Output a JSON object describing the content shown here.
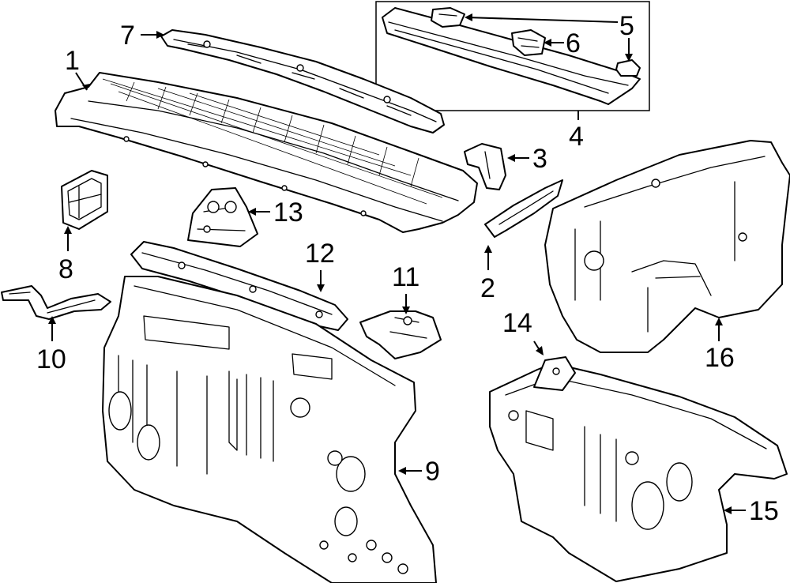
{
  "diagram": {
    "type": "exploded-parts-diagram",
    "callouts": [
      "1",
      "2",
      "3",
      "4",
      "5",
      "6",
      "7",
      "8",
      "9",
      "10",
      "11",
      "12",
      "13",
      "14",
      "15",
      "16"
    ],
    "parts": [
      {
        "ref": "1",
        "icon": "cowl-grille-panel"
      },
      {
        "ref": "2",
        "icon": "side-bracket"
      },
      {
        "ref": "3",
        "icon": "small-bracket"
      },
      {
        "ref": "4",
        "icon": "cowl-top-panel-group"
      },
      {
        "ref": "5",
        "icon": "clip-bracket"
      },
      {
        "ref": "6",
        "icon": "reinforcement-bracket"
      },
      {
        "ref": "7",
        "icon": "cowl-upper-panel"
      },
      {
        "ref": "8",
        "icon": "grommet-cover"
      },
      {
        "ref": "9",
        "icon": "dash-panel"
      },
      {
        "ref": "10",
        "icon": "support-bracket"
      },
      {
        "ref": "11",
        "icon": "mount-bracket"
      },
      {
        "ref": "12",
        "icon": "dash-reinforcement"
      },
      {
        "ref": "13",
        "icon": "hinge-bracket"
      },
      {
        "ref": "14",
        "icon": "insulator-tab"
      },
      {
        "ref": "15",
        "icon": "dash-insulator-outer"
      },
      {
        "ref": "16",
        "icon": "dash-insulator-inner"
      }
    ],
    "colors": {
      "line": "#000000",
      "background": "#ffffff"
    }
  }
}
